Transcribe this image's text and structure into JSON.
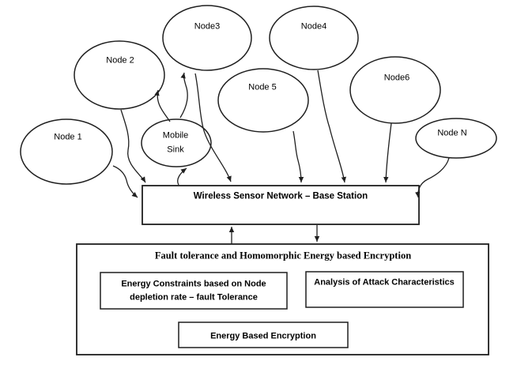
{
  "diagram": {
    "nodes": {
      "node1": "Node 1",
      "node2": "Node 2",
      "node3": "Node3",
      "node4": "Node4",
      "node5": "Node 5",
      "node6": "Node6",
      "nodeN": "Node N"
    },
    "mobile_sink": {
      "line1": "Mobile",
      "line2": "Sink"
    },
    "base_station": {
      "label": "Wireless Sensor Network – Base Station"
    },
    "framework": {
      "title": "Fault tolerance and Homomorphic Energy based Encryption",
      "energy_constraints_line1": "Energy Constraints based on Node",
      "energy_constraints_line2": "depletion rate – fault Tolerance",
      "attack_analysis": "Analysis of Attack Characteristics",
      "energy_encryption": "Energy Based Encryption"
    },
    "colors": {
      "stroke": "#1f1f1f",
      "text": "#000000",
      "background": "#ffffff"
    }
  }
}
